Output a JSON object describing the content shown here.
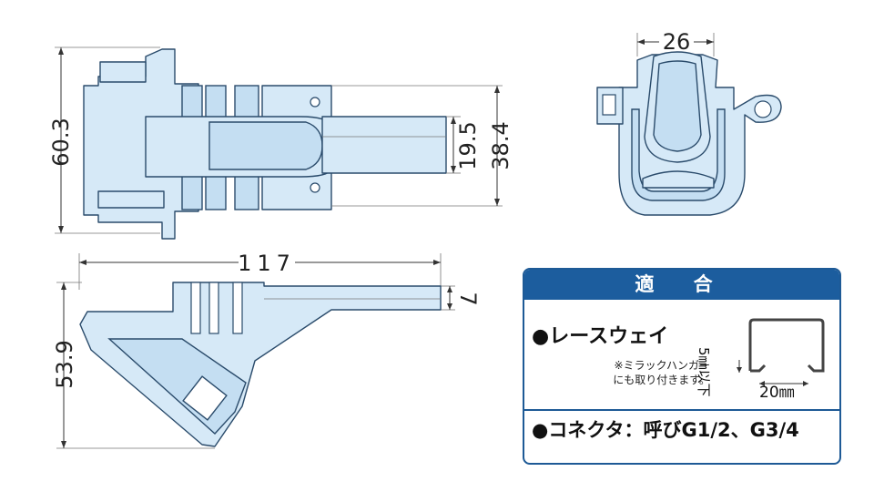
{
  "dimensions": {
    "height_top_view": "60.3",
    "inner_width": "19.5",
    "outer_width": "38.4",
    "end_width": "26",
    "length": "117",
    "tip_thickness": "7",
    "height_side_view": "53.9"
  },
  "compat": {
    "header": "適 合",
    "row1_title": "●レースウェイ",
    "row1_note_line1": "※ミラックハンガー",
    "row1_note_line2": "にも取り付きます。",
    "rail_height_label": "5㎜以下",
    "rail_width_label": "20㎜",
    "row2_text": "●コネクタ：呼びG1/2、G3/4"
  },
  "colors": {
    "part_fill": "#d6e9f7",
    "part_stroke": "#2a4b6b",
    "header_bg": "#1c5d9e"
  }
}
